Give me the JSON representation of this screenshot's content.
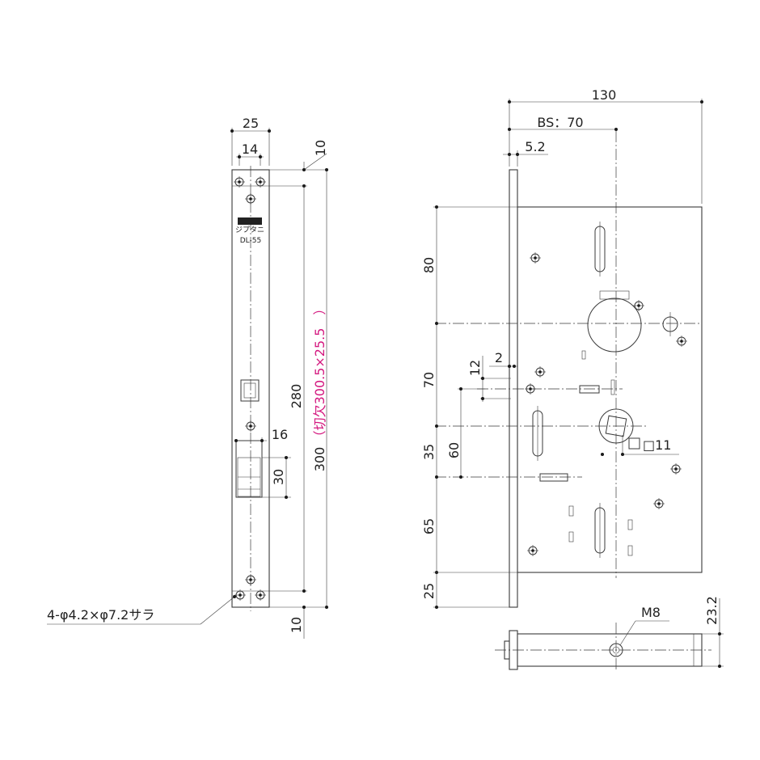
{
  "front_plate": {
    "dim_width": "25",
    "dim_inner": "14",
    "dim_top_margin": "10",
    "dim_bottom_margin": "10",
    "dim_hole_span": "280",
    "dim_length": "300",
    "cutout_note": "（切欠300.5×25.5　）",
    "dim_latch_width": "16",
    "dim_latch_height": "30",
    "brand_logo": "ジプタニ",
    "model_label": "DL-55",
    "hole_callout": "4-φ4.2×φ7.2サラ"
  },
  "body": {
    "dim_total_depth": "130",
    "dim_backset": "BS：70",
    "dim_plate_thickness": "5.2",
    "dim_v1": "80",
    "dim_v2": "70",
    "dim_v3": "35",
    "dim_v4": "65",
    "dim_v5": "25",
    "dim_60": "60",
    "dim_12": "12",
    "dim_2": "2",
    "dim_spindle": "□11"
  },
  "bottom_view": {
    "dim_thread": "M8",
    "dim_thickness": "23.2"
  }
}
